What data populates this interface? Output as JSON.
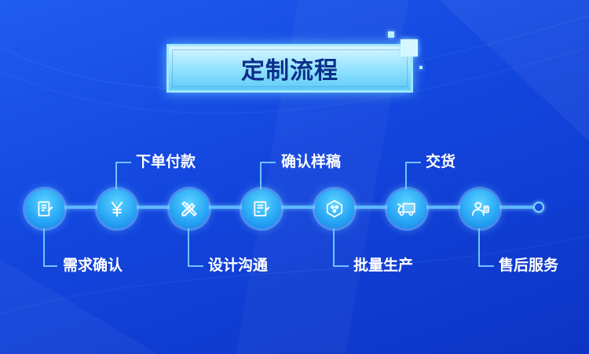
{
  "title": "定制流程",
  "steps": [
    {
      "label": "需求确认",
      "icon": "form-document-icon"
    },
    {
      "label": "下单付款",
      "icon": "yen-icon"
    },
    {
      "label": "设计沟通",
      "icon": "pencil-ruler-icon"
    },
    {
      "label": "确认样稿",
      "icon": "document-edit-icon"
    },
    {
      "label": "批量生产",
      "icon": "hexagon-cells-icon"
    },
    {
      "label": "交货",
      "icon": "delivery-truck-icon"
    },
    {
      "label": "售后服务",
      "icon": "support-agent-icon"
    }
  ]
}
